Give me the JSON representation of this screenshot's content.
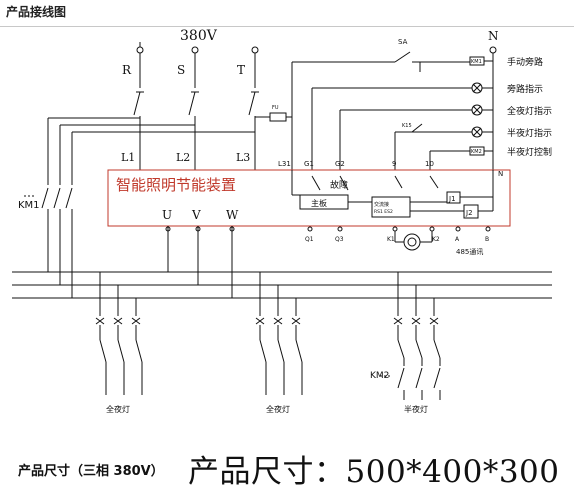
{
  "header": {
    "title": "产品接线图"
  },
  "diagram": {
    "voltage": "380V",
    "phases": {
      "r": "R",
      "s": "S",
      "t": "T"
    },
    "neutral": "N",
    "device": {
      "name": "智能照明节能装置",
      "inputs": {
        "l1": "L1",
        "l2": "L2",
        "l3": "L3"
      },
      "outputs": {
        "u": "U",
        "v": "V",
        "w": "W"
      },
      "main_board": "主板",
      "fault": "故障",
      "relay_label": "交流接",
      "relay_sub": "RS1 ES2",
      "j1": "J1",
      "j2": "J2"
    },
    "terminals": {
      "l31": "L31",
      "g1": "G1",
      "g2": "G2",
      "n9": "9",
      "n10": "10",
      "n": "N",
      "q1": "Q1",
      "q3": "Q3",
      "k1": "K1",
      "k2": "K2",
      "a": "A",
      "b": "B",
      "comm": "485通讯"
    },
    "switches": {
      "sa": "SA",
      "km1": "KM1",
      "km2": "KM2",
      "km2_coil": "KM2"
    },
    "fuse": "FU",
    "k15": "K15",
    "legend": [
      "手动旁路",
      "旁路指示",
      "全夜灯指示",
      "半夜灯指示",
      "半夜灯控制"
    ],
    "loads": {
      "full_night_1": "全夜灯",
      "full_night_2": "全夜灯",
      "half_night": "半夜灯"
    },
    "colors": {
      "line": "#111111",
      "device_border": "#c0392b",
      "device_text": "#c0392b"
    }
  },
  "spec": {
    "label": "产品尺寸（三相 380V）",
    "size_text": "产品尺寸：500*400*300"
  }
}
